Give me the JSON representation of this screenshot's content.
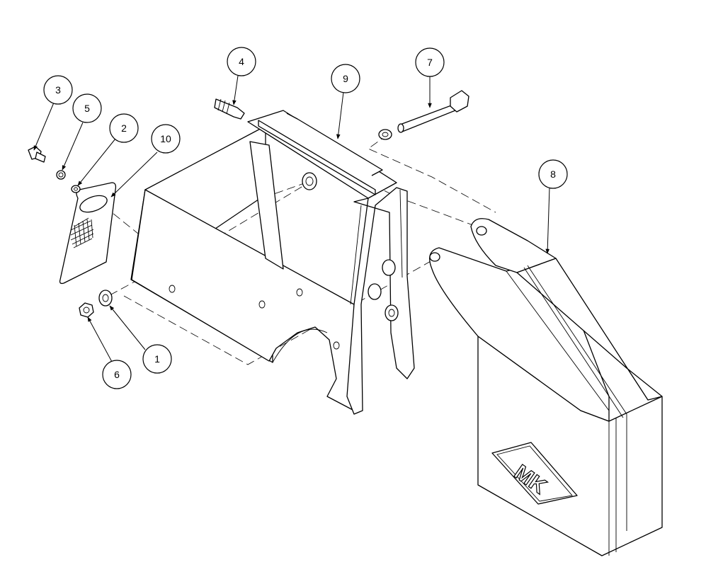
{
  "callouts": [
    {
      "number": "1",
      "part": "washer"
    },
    {
      "number": "2",
      "part": "washer"
    },
    {
      "number": "3",
      "part": "bolt"
    },
    {
      "number": "4",
      "part": "hose-fitting"
    },
    {
      "number": "5",
      "part": "lock-washer"
    },
    {
      "number": "6",
      "part": "hex-nut"
    },
    {
      "number": "7",
      "part": "long-bolt"
    },
    {
      "number": "8",
      "part": "guard-cover"
    },
    {
      "number": "9",
      "part": "bracket-housing"
    },
    {
      "number": "10",
      "part": "clip-plate"
    }
  ],
  "logo": {
    "text": "MK"
  }
}
